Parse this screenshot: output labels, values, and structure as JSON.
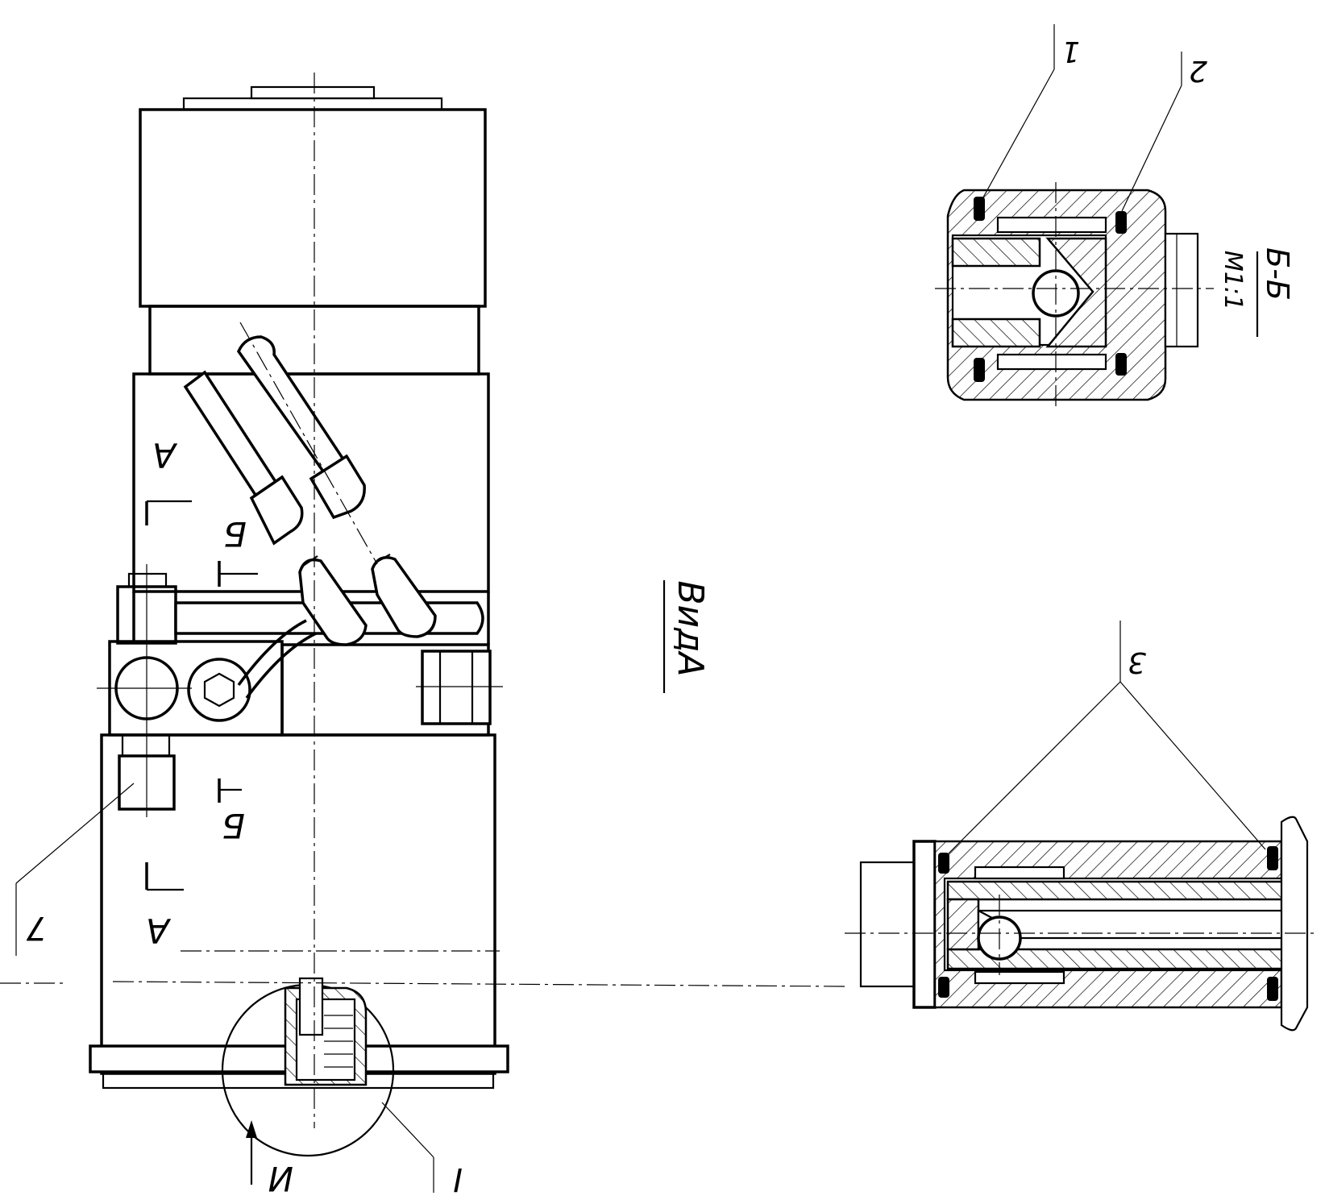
{
  "main_view": {
    "section_mark_a_top": "А",
    "section_mark_a_bottom": "А",
    "section_mark_b_top": "Б",
    "section_mark_b_bottom": "Б",
    "detail_callout": "I",
    "view_arrow_label": "И",
    "leader_7": "7"
  },
  "view_title": "ВидА",
  "section_bb": {
    "title": "Б-Б",
    "scale": "М1:1",
    "leader_1": "1",
    "leader_2": "2"
  },
  "section_long": {
    "leader_3": "3"
  }
}
